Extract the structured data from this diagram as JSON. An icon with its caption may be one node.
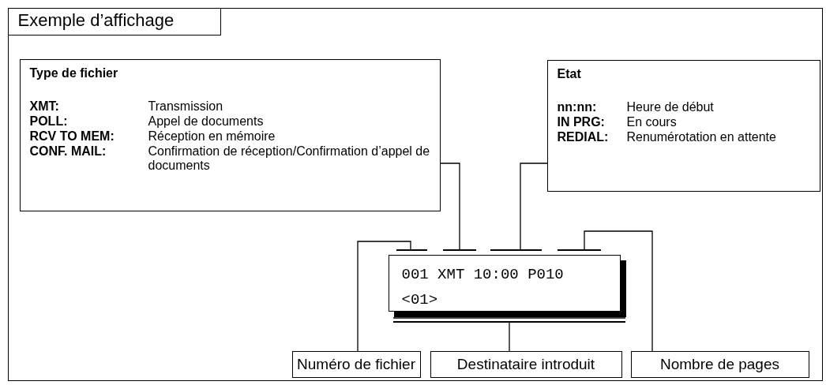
{
  "diagram": {
    "nodes": [
      {
        "text": [],
        "shape": "box"
      },
      {
        "text": [
          "Type de fichier",
          "XMT:",
          "Transmission",
          "POLL:",
          "Appel de documents",
          "RCV TO MEM:",
          "Réception en mémoire",
          "CONF. MAIL:",
          "Confirmation de réception/Confirmation d’appel de documents"
        ],
        "in": 0
      },
      {
        "text": [
          "Etat",
          "nn:nn:",
          "Heure de début",
          "IN PRG:",
          "En cours",
          "REDIAL:",
          "Renumérotation en attente"
        ],
        "in": 0
      },
      {
        "text": [
          "001 XMT 10:00 P010",
          "<01>"
        ],
        "in": 0
      },
      {
        "text": [],
        "shape": "bar",
        "in": 0
      },
      {
        "text": [],
        "shape": "bar",
        "in": 0
      },
      {
        "text": [],
        "shape": "bar",
        "in": 0
      },
      {
        "text": [],
        "shape": "bar",
        "in": 0
      },
      {
        "text": [],
        "shape": "bar",
        "in": 0
      },
      {
        "text": [
          "Numéro de fichier"
        ],
        "in": 0
      },
      {
        "text": [
          "Destinataire introduit"
        ],
        "in": 0
      },
      {
        "text": [
          "Nombre de pages"
        ],
        "in": 0
      },
      {
        "text": [
          "Exemple d’affichage"
        ],
        "in": 0
      }
    ],
    "edges": [
      {
        "from": 1,
        "to": 5,
        "arrow": "none"
      },
      {
        "from": 2,
        "to": 6,
        "arrow": "none"
      },
      {
        "from": 9,
        "to": 4,
        "arrow": "none"
      },
      {
        "from": 11,
        "to": 7,
        "arrow": "none"
      },
      {
        "from": 10,
        "to": 8,
        "arrow": "none"
      }
    ]
  }
}
